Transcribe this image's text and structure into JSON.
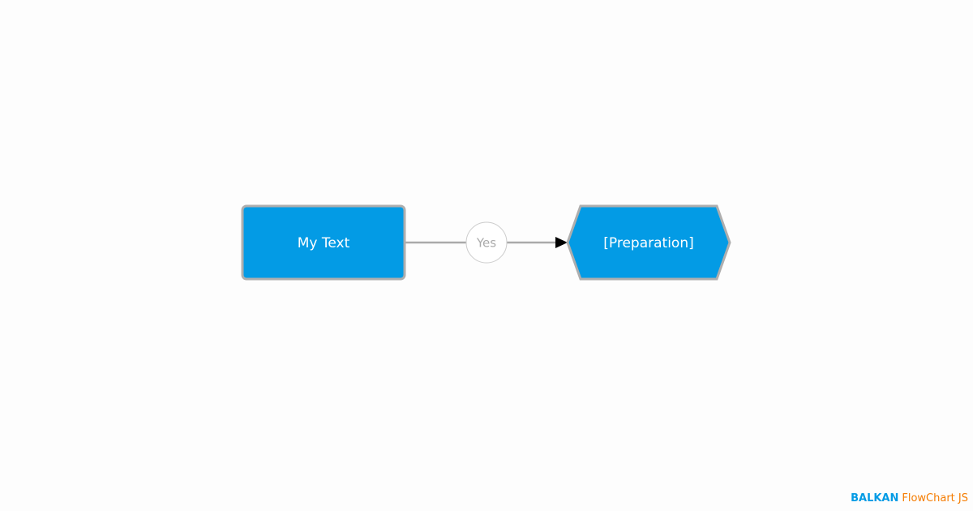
{
  "diagram": {
    "nodes": [
      {
        "id": "process",
        "shape": "rounded-rectangle",
        "label": "My Text"
      },
      {
        "id": "preparation",
        "shape": "hexagon",
        "label": "[Preparation]"
      }
    ],
    "edges": [
      {
        "from": "process",
        "to": "preparation",
        "label": "Yes"
      }
    ],
    "colors": {
      "node_fill": "#039be5",
      "node_stroke": "#aeaeae",
      "edge_stroke": "#aaaaaa",
      "edge_label_border": "#cccccc",
      "arrow": "#000000",
      "background": "#fdfdfd"
    }
  },
  "watermark": {
    "brand": "BALKAN",
    "product": "FlowChart JS",
    "brand_color": "#039be5",
    "product_color": "#f57c00"
  }
}
